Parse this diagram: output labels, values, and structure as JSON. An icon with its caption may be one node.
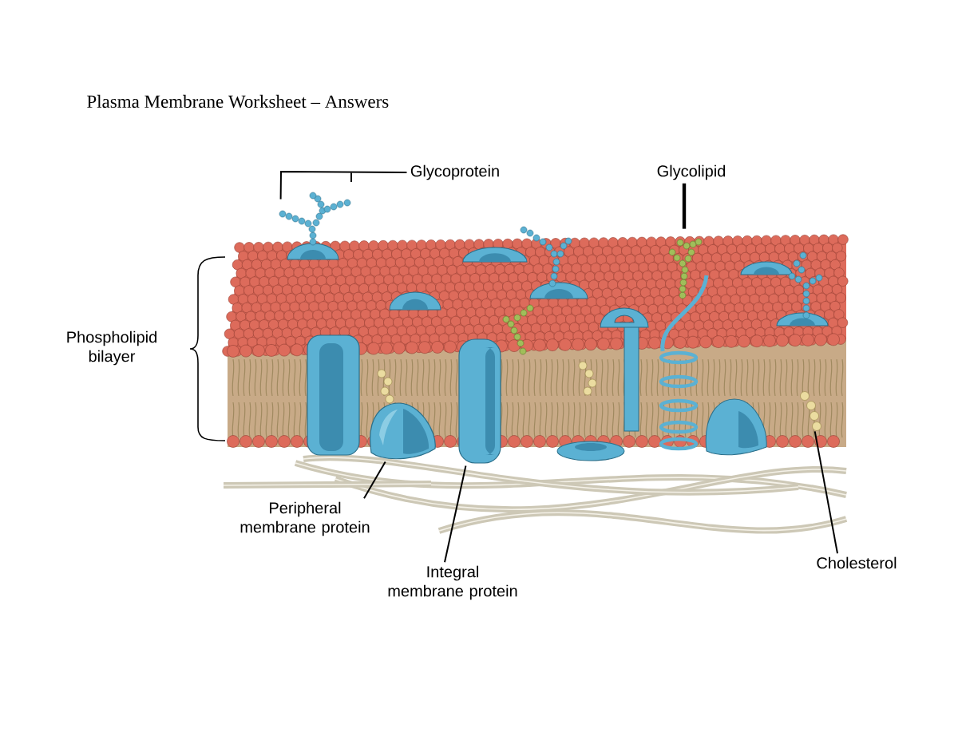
{
  "diagram": {
    "title": "Plasma Membrane Worksheet – Answers",
    "nodes": [
      {
        "text": [
          "Glycoprotein"
        ]
      },
      {
        "text": [
          "Glycolipid"
        ]
      },
      {
        "text": [
          "Peripheral membrane protein"
        ]
      },
      {
        "text": [
          "Integral membrane protein"
        ]
      },
      {
        "text": [
          "Cholesterol"
        ]
      },
      {
        "text": [],
        "shape": "picture"
      },
      {
        "text": [],
        "shape": "picture"
      },
      {
        "text": [],
        "shape": "picture"
      },
      {
        "text": [],
        "shape": "picture"
      },
      {
        "text": [],
        "shape": "picture"
      }
    ],
    "edges": [
      {
        "from": 0,
        "to": 5,
        "arrow": "none"
      },
      {
        "from": 1,
        "to": 8,
        "arrow": "none",
        "style": "thick"
      },
      {
        "from": 2,
        "to": 6,
        "arrow": "none"
      },
      {
        "from": 3,
        "to": 7,
        "arrow": "none"
      },
      {
        "from": 4,
        "to": 9,
        "arrow": "none"
      }
    ],
    "labels": [
      "Phospholipid bilayer"
    ]
  }
}
